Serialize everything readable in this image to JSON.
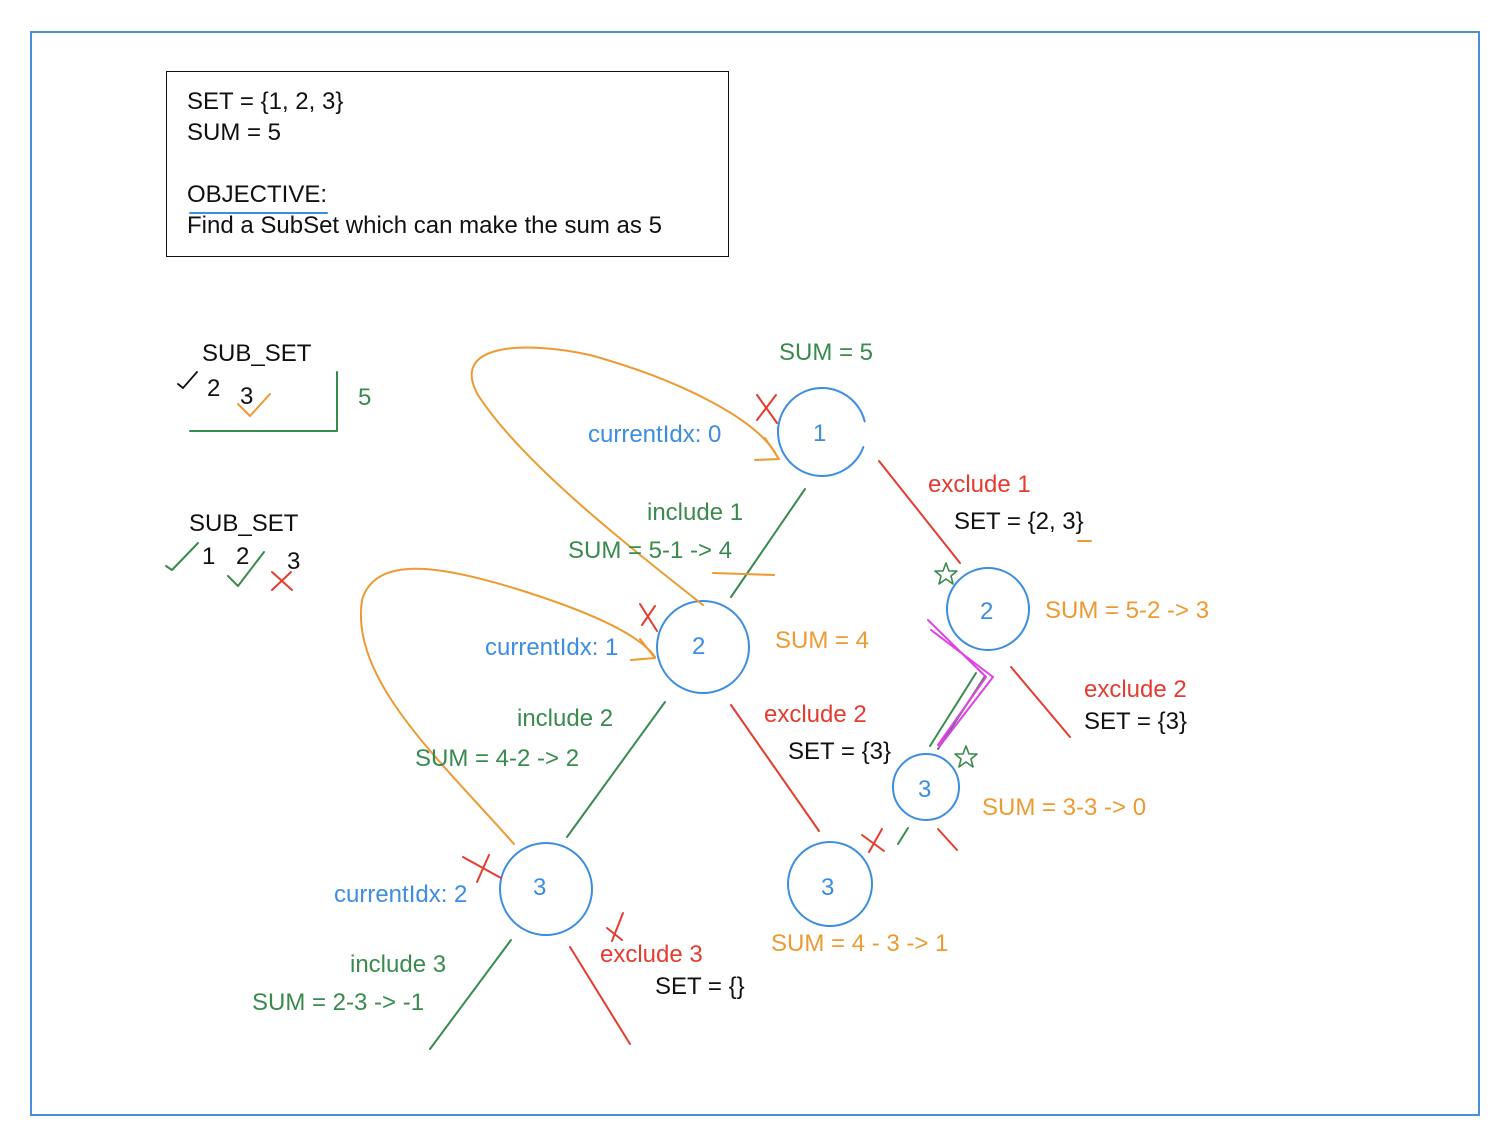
{
  "problem": {
    "set_line": "SET =  {1, 2, 3}",
    "sum_line": "SUM = 5",
    "objective_label": "OBJECTIVE",
    "objective_colon": ":",
    "objective_text": "Find a SubSet which can make the sum as 5"
  },
  "subset_table_1": {
    "title": "SUB_SET",
    "items": [
      "2",
      "3"
    ],
    "total": "5"
  },
  "subset_table_2": {
    "title": "SUB_SET",
    "items": [
      "1",
      "2",
      "3"
    ]
  },
  "nodes": {
    "root": "1",
    "left_2": "2",
    "left_3": "3",
    "mid_3": "3",
    "right_2": "2",
    "right_3": "3"
  },
  "labels": {
    "root_sum": "SUM = 5",
    "idx0": "currentIdx: 0",
    "idx1": "currentIdx: 1",
    "idx2": "currentIdx: 2",
    "include1": "include 1",
    "include1_sum": "SUM = 5-1 -> 4",
    "include2": "include 2",
    "include2_sum": "SUM = 4-2 -> 2",
    "include3": "include 3",
    "include3_sum": "SUM = 2-3 -> -1",
    "exclude1": "exclude 1",
    "exclude1_set": "SET = {2, 3}",
    "exclude2_left": "exclude 2",
    "exclude2_left_set": "SET = {3}",
    "exclude2_right": "exclude 2",
    "exclude2_right_set": "SET = {3}",
    "exclude3": "exclude 3",
    "exclude3_set": "SET = {}",
    "sum4": "SUM = 4",
    "sum_4_3": "SUM = 4 - 3 -> 1",
    "sum_5_2": "SUM = 5-2 -> 3",
    "sum_3_3": "SUM = 3-3 -> 0"
  },
  "colors": {
    "frame": "#4a90d9",
    "node": "#3d8de0",
    "include": "#3a8a4f",
    "exclude": "#e53b30",
    "sum": "#ee9a33",
    "path_highlight": "#e040e8"
  }
}
